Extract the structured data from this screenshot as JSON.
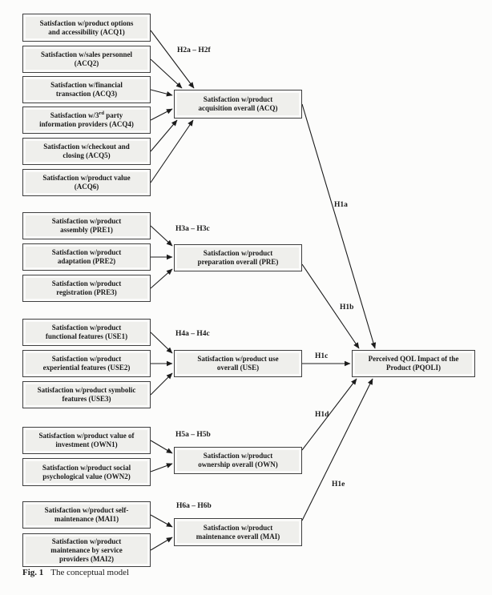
{
  "figure": {
    "caption_label": "Fig. 1",
    "caption_text": "The conceptual model"
  },
  "colors": {
    "background": "#fcfcfb",
    "box_border": "#3f3f3f",
    "box_fill": "#efefec",
    "arrow": "#1c1c1c"
  },
  "nodes": {
    "acq1": {
      "lines": [
        "Satisfaction w/product options",
        "and accessibility (ACQ1)"
      ]
    },
    "acq2": {
      "lines": [
        "Satisfaction w/sales personnel",
        "(ACQ2)"
      ]
    },
    "acq3": {
      "lines": [
        "Satisfaction w/financial",
        "transaction (ACQ3)"
      ]
    },
    "acq4": {
      "l1_pre": "Satisfaction w/3",
      "l1_sup": "rd",
      "l1_post": " party",
      "line2": "information providers (ACQ4)"
    },
    "acq5": {
      "lines": [
        "Satisfaction w/checkout and",
        "closing (ACQ5)"
      ]
    },
    "acq6": {
      "lines": [
        "Satisfaction w/product value",
        "(ACQ6)"
      ]
    },
    "pre1": {
      "lines": [
        "Satisfaction w/product",
        "assembly (PRE1)"
      ]
    },
    "pre2": {
      "lines": [
        "Satisfaction w/product",
        "adaptation (PRE2)"
      ]
    },
    "pre3": {
      "lines": [
        "Satisfaction w/product",
        "registration (PRE3)"
      ]
    },
    "use1": {
      "lines": [
        "Satisfaction w/product",
        "functional features (USE1)"
      ]
    },
    "use2": {
      "lines": [
        "Satisfaction w/product",
        "experiential features (USE2)"
      ]
    },
    "use3": {
      "lines": [
        "Satisfaction w/product symbolic",
        "features (USE3)"
      ]
    },
    "own1": {
      "lines": [
        "Satisfaction w/product value of",
        "investment (OWN1)"
      ]
    },
    "own2": {
      "lines": [
        "Satisfaction w/product social",
        "psychological value (OWN2)"
      ]
    },
    "mai1": {
      "lines": [
        "Satisfaction w/product self-",
        "maintenance (MAI1)"
      ]
    },
    "mai2": {
      "lines": [
        "Satisfaction w/product",
        "maintenance by service",
        "providers (MAI2)"
      ]
    },
    "acq": {
      "lines": [
        "Satisfaction w/product",
        "acquisition overall (ACQ)"
      ]
    },
    "pre": {
      "lines": [
        "Satisfaction w/product",
        "preparation overall (PRE)"
      ]
    },
    "use": {
      "lines": [
        "Satisfaction w/product use",
        "overall (USE)"
      ]
    },
    "own": {
      "lines": [
        "Satisfaction w/product",
        "ownership overall (OWN)"
      ]
    },
    "mai": {
      "lines": [
        "Satisfaction w/product",
        "maintenance overall (MAI)"
      ]
    },
    "pqoli": {
      "lines": [
        "Perceived QOL Impact of the",
        "Product (PQOLI)"
      ]
    }
  },
  "hypotheses": {
    "h2": "H2a – H2f",
    "h3": "H3a – H3c",
    "h4": "H4a – H4c",
    "h5": "H5a – H5b",
    "h6": "H6a – H6b",
    "h1a": "H1a",
    "h1b": "H1b",
    "h1c": "H1c",
    "h1d": "H1d",
    "h1e": "H1e"
  },
  "edges": [
    {
      "from": "ACQ1",
      "to": "ACQ",
      "label": "H2a – H2f"
    },
    {
      "from": "ACQ2",
      "to": "ACQ",
      "label": "H2a – H2f"
    },
    {
      "from": "ACQ3",
      "to": "ACQ",
      "label": "H2a – H2f"
    },
    {
      "from": "ACQ4",
      "to": "ACQ",
      "label": "H2a – H2f"
    },
    {
      "from": "ACQ5",
      "to": "ACQ",
      "label": "H2a – H2f"
    },
    {
      "from": "ACQ6",
      "to": "ACQ",
      "label": "H2a – H2f"
    },
    {
      "from": "PRE1",
      "to": "PRE",
      "label": "H3a – H3c"
    },
    {
      "from": "PRE2",
      "to": "PRE",
      "label": "H3a – H3c"
    },
    {
      "from": "PRE3",
      "to": "PRE",
      "label": "H3a – H3c"
    },
    {
      "from": "USE1",
      "to": "USE",
      "label": "H4a – H4c"
    },
    {
      "from": "USE2",
      "to": "USE",
      "label": "H4a – H4c"
    },
    {
      "from": "USE3",
      "to": "USE",
      "label": "H4a – H4c"
    },
    {
      "from": "OWN1",
      "to": "OWN",
      "label": "H5a – H5b"
    },
    {
      "from": "OWN2",
      "to": "OWN",
      "label": "H5a – H5b"
    },
    {
      "from": "MAI1",
      "to": "MAI",
      "label": "H6a – H6b"
    },
    {
      "from": "MAI2",
      "to": "MAI",
      "label": "H6a – H6b"
    },
    {
      "from": "ACQ",
      "to": "PQOLI",
      "label": "H1a"
    },
    {
      "from": "PRE",
      "to": "PQOLI",
      "label": "H1b"
    },
    {
      "from": "USE",
      "to": "PQOLI",
      "label": "H1c"
    },
    {
      "from": "OWN",
      "to": "PQOLI",
      "label": "H1d"
    },
    {
      "from": "MAI",
      "to": "PQOLI",
      "label": "H1e"
    }
  ]
}
